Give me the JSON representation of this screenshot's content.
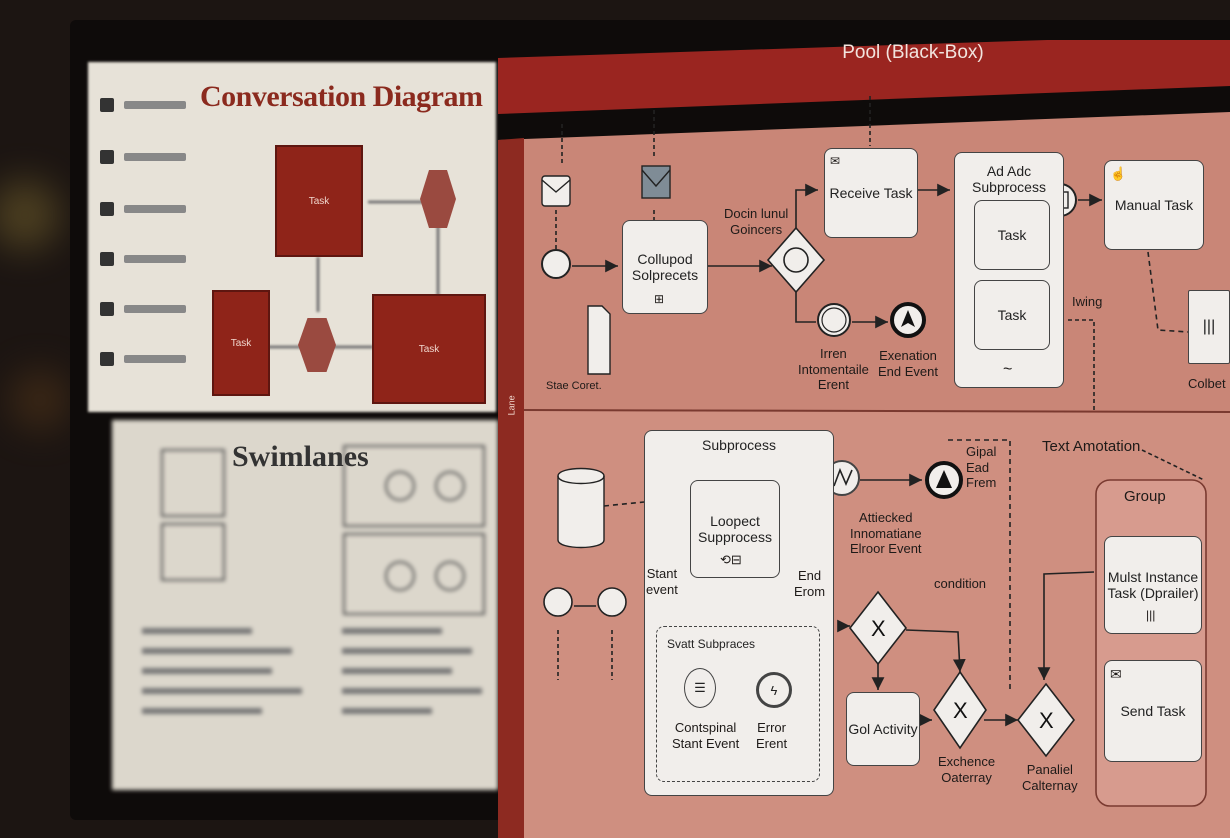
{
  "left_panel": {
    "title": "Conversation Diagram",
    "sidebar_count": 6,
    "boxes": [
      "Task",
      "Task",
      "Task"
    ],
    "bottom_title": "Swimlanes"
  },
  "pool": {
    "title": "Pool (Black-Box)",
    "lane_label": "Lane"
  },
  "nodes": {
    "receive_task": "Receive Task",
    "adhoc_subprocess": "Ad Adc Subprocess",
    "adhoc_task1": "Task",
    "adhoc_task2": "Task",
    "manual_task": "Manual Task",
    "collapsed_subprocess": "Collupod\nSolprecets",
    "data_object": "Stae Coret.",
    "doc_label": "Docin lunul\nGoincers",
    "timer_event": "Irren\nIntomentaile\nErent",
    "escalation_end": "Exenation\nEnd Event",
    "linking": "Iwing",
    "collection": "Colbet",
    "subprocess": "Subprocess",
    "looped_subprocess": "Loopect\nSupprocess",
    "start_event": "Stant\nevent",
    "end_event": "End\nErom",
    "event_subprocess": "Svatt Subpraces",
    "conditional_start": "Contspinal\nStant Event",
    "error_event": "Error\nErent",
    "attached_error": "Attiecked\nInnomatiane\nElroor Event",
    "signal_end": "Gipal\nEad\nFrem",
    "text_annotation": "Text Amotation",
    "condition": "condition",
    "call_activity": "Gol Activity",
    "exclusive_gateway": "Exchence\nOaterray",
    "parallel_gateway": "Panaliel\nCalternay",
    "group": "Group",
    "multi_instance": "Mulst Instance\nTask (Dprailer)",
    "send_task": "Send Task"
  },
  "colors": {
    "pool_header": "#9a2520",
    "lane_bg": "#c98677",
    "lane_bg_lower": "#cf8f80",
    "accent": "#8f2419",
    "node_bg": "#f1eeeb"
  }
}
